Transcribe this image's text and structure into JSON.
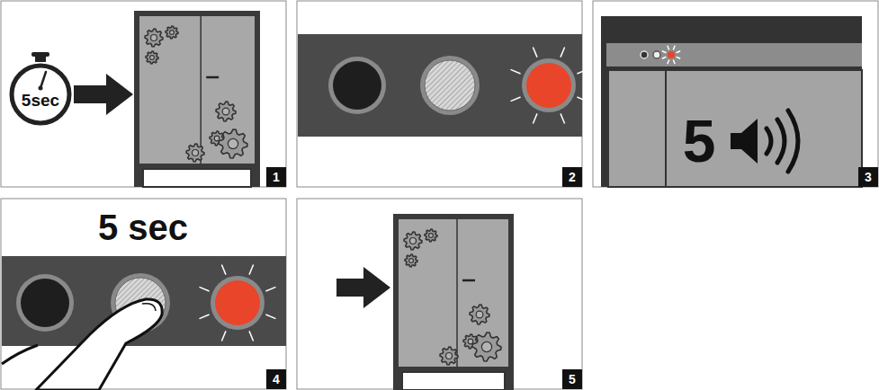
{
  "diagram": {
    "labels": [
      "5sec",
      "1",
      "2",
      "5",
      "3",
      "5 sec",
      "4",
      "5"
    ]
  }
}
